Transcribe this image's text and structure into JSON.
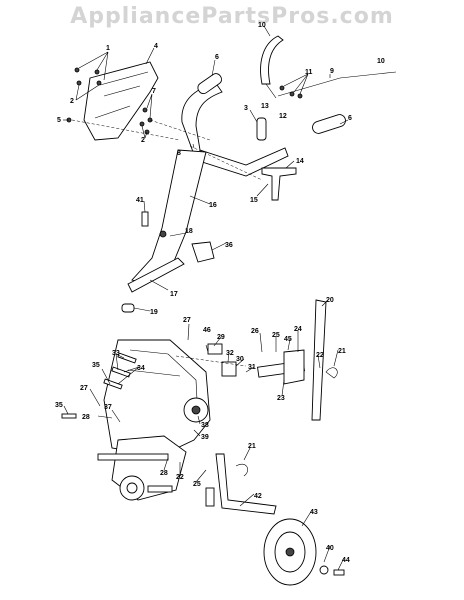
{
  "watermark": "AppliancePartsPros.com",
  "callouts": [
    "1",
    "2",
    "3",
    "4",
    "5",
    "6",
    "7",
    "8",
    "9",
    "10",
    "11",
    "12",
    "13",
    "14",
    "15",
    "16",
    "17",
    "18",
    "19",
    "20",
    "21",
    "22",
    "23",
    "24",
    "25",
    "26",
    "27",
    "28",
    "29",
    "30",
    "31",
    "32",
    "33",
    "34",
    "35",
    "36",
    "37",
    "38",
    "39",
    "40",
    "41",
    "42",
    "43",
    "44",
    "45",
    "46"
  ]
}
